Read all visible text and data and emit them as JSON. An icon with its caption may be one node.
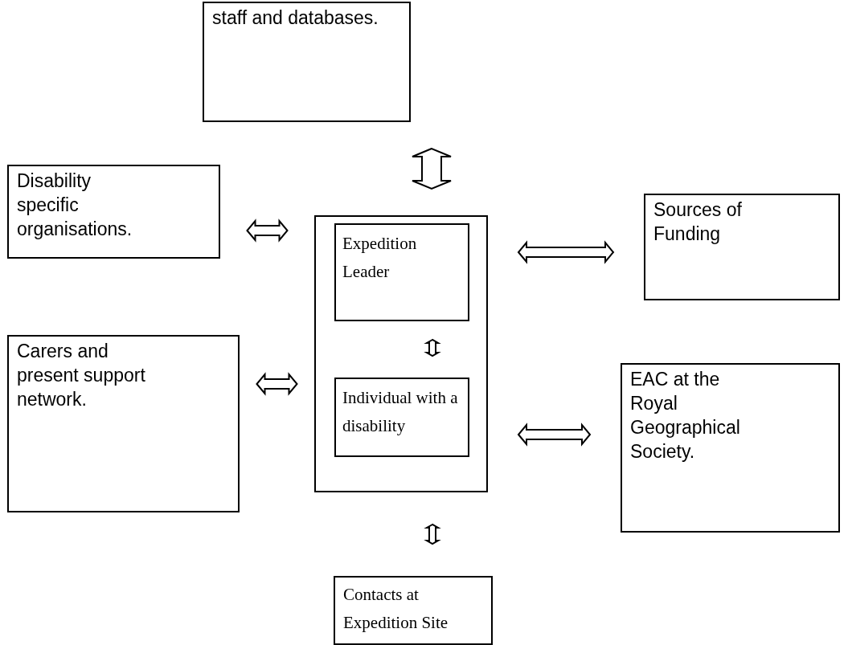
{
  "diagram": {
    "nodes": [
      {
        "text": [],
        "shape": "box"
      },
      {
        "text": [
          "Expedition Leader"
        ],
        "in": 0
      },
      {
        "text": [
          "Individual with a disability"
        ],
        "in": 0
      },
      {
        "text": [
          "staff and databases."
        ]
      },
      {
        "text": [
          "Disability specific organisations."
        ]
      },
      {
        "text": [
          "Sources of Funding"
        ]
      },
      {
        "text": [
          "Carers and present support network."
        ]
      },
      {
        "text": [
          "EAC at the Royal Geographical Society."
        ]
      },
      {
        "text": [
          "Contacts at Expedition Site"
        ]
      }
    ],
    "edges": [
      {
        "from": 3,
        "to": 0,
        "arrow": "both"
      },
      {
        "from": 4,
        "to": 0,
        "arrow": "both"
      },
      {
        "from": 0,
        "to": 5,
        "arrow": "both"
      },
      {
        "from": 1,
        "to": 2,
        "arrow": "both"
      },
      {
        "from": 6,
        "to": 0,
        "arrow": "both"
      },
      {
        "from": 0,
        "to": 7,
        "arrow": "both"
      },
      {
        "from": 0,
        "to": 8,
        "arrow": "both"
      }
    ]
  }
}
